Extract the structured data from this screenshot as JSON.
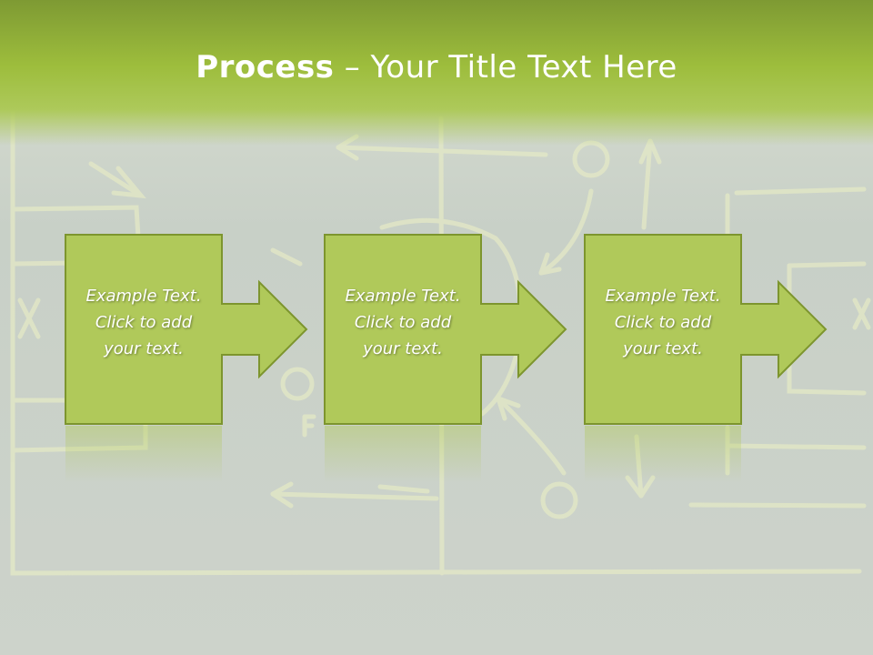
{
  "slide": {
    "title_strong": "Process",
    "title_rest": " – Your Title Text Here"
  },
  "steps": [
    {
      "line1": "Example Text.",
      "line2": "Click  to add",
      "line3": "your text."
    },
    {
      "line1": "Example Text.",
      "line2": "Click  to add",
      "line3": "your text."
    },
    {
      "line1": "Example Text.",
      "line2": "Click  to add",
      "line3": "your text."
    }
  ],
  "colors": {
    "header": "#9dbd3c",
    "box_fill": "#b0c95a",
    "box_stroke": "#7d952e",
    "chalk": "#e8ecc0"
  }
}
